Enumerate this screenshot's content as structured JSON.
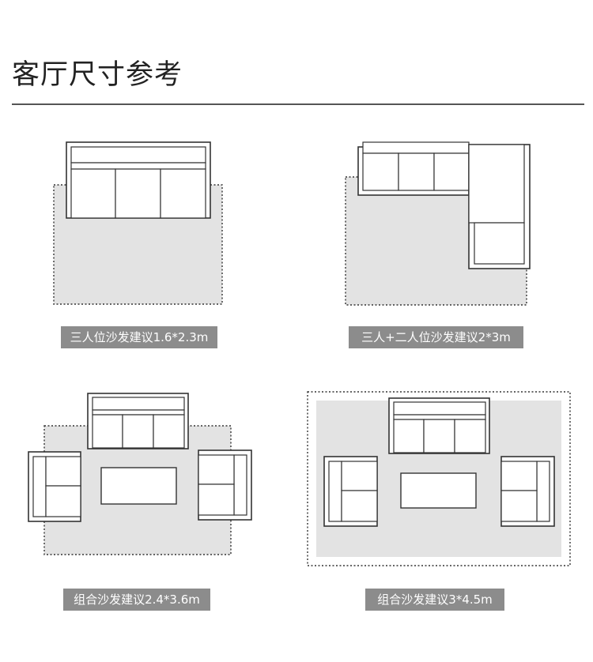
{
  "page": {
    "title": "客厅尺寸参考"
  },
  "diagrams": [
    {
      "id": "three-seat",
      "caption": "三人位沙发建议1.6*2.3m"
    },
    {
      "id": "three-plus-two",
      "caption": "三人+二人位沙发建议2*3m"
    },
    {
      "id": "combo-small",
      "caption": "组合沙发建议2.4*3.6m"
    },
    {
      "id": "combo-large",
      "caption": "组合沙发建议3*4.5m"
    }
  ],
  "colors": {
    "rug_fill": "#e3e3e3",
    "outline": "#333333",
    "caption_bg": "#8c8c8c",
    "caption_text": "#ffffff"
  }
}
